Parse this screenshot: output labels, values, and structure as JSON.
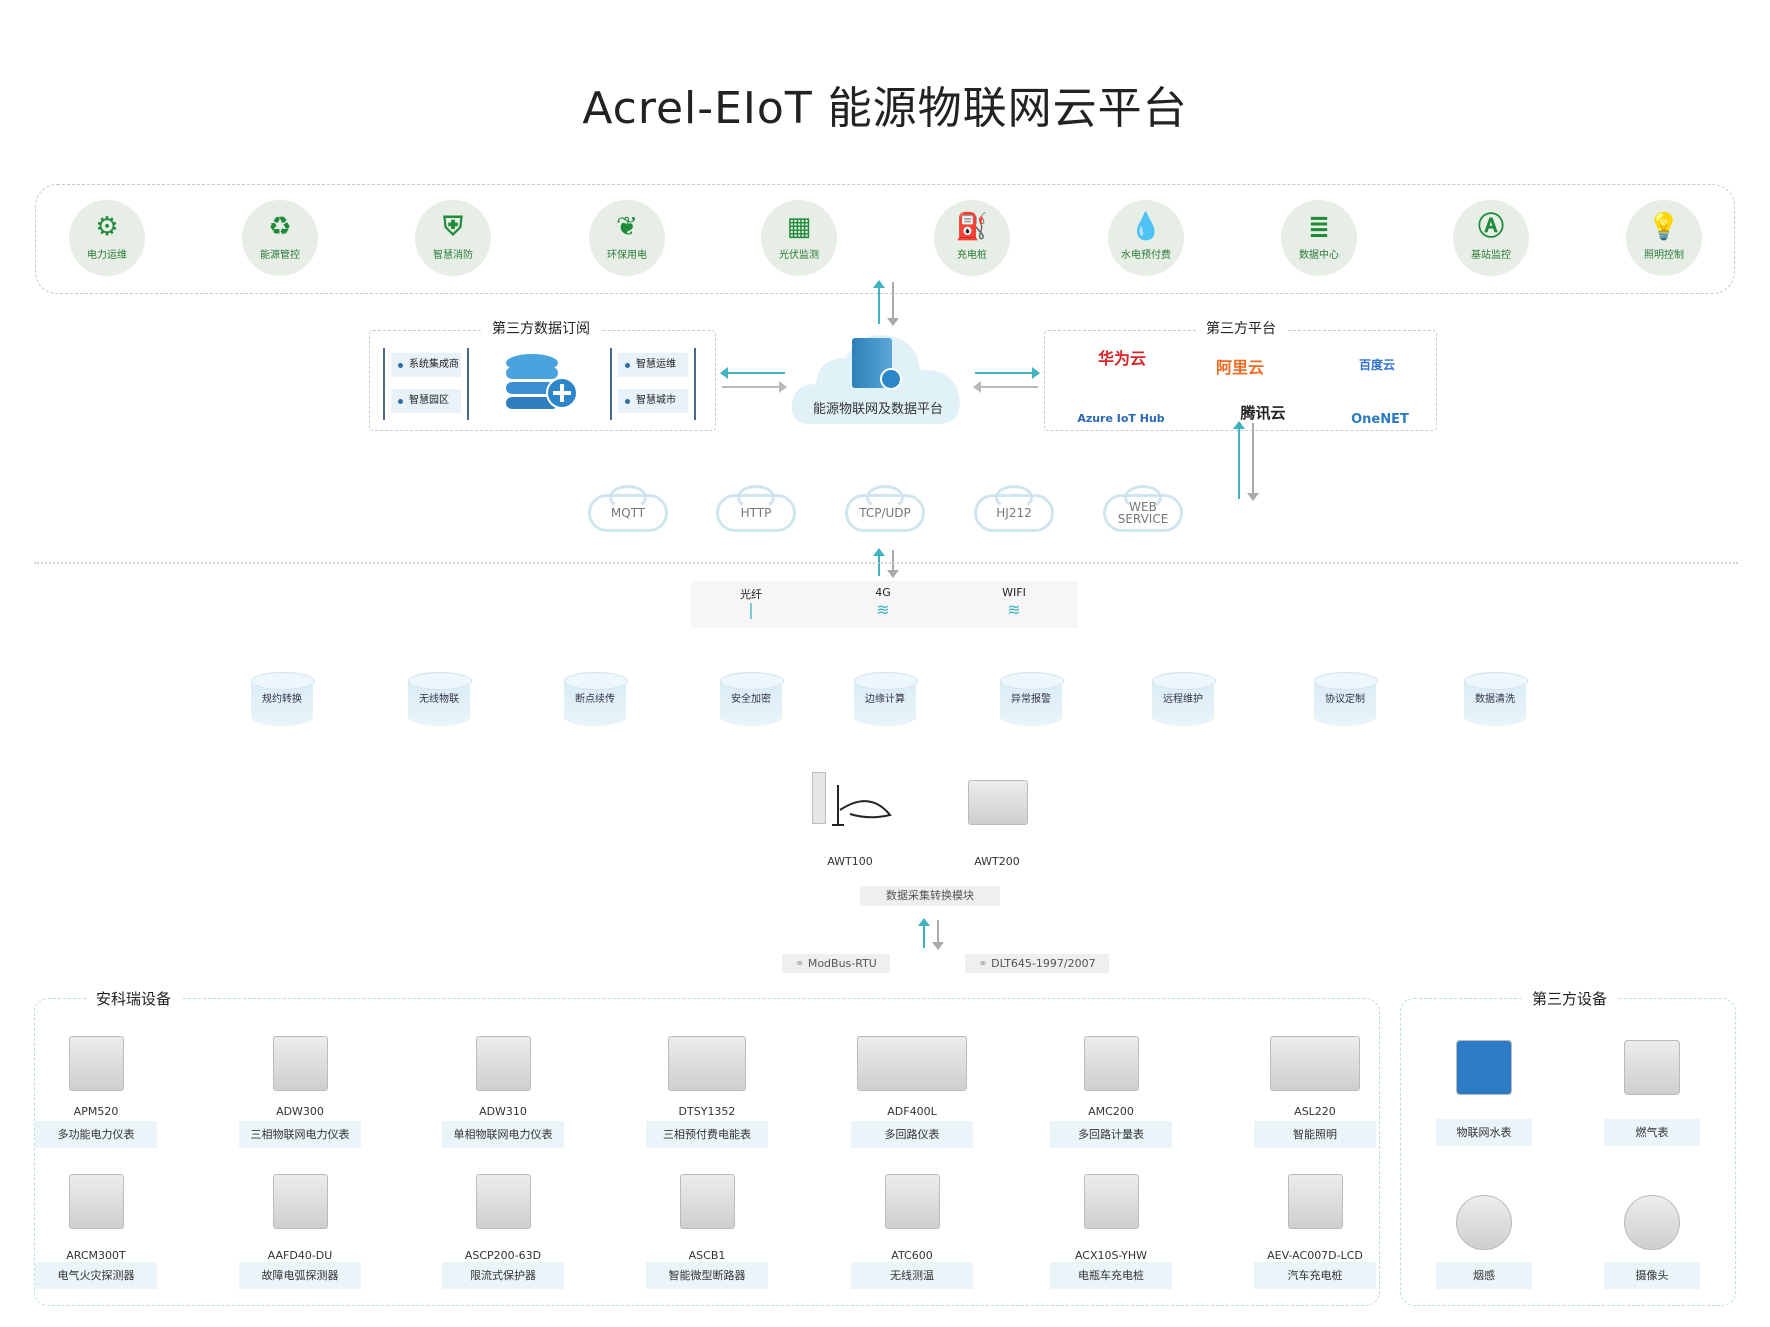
{
  "title": "Acrel-EIoT 能源物联网云平台",
  "top_services": [
    {
      "label": "电力运维",
      "icon": "worker-gear-icon"
    },
    {
      "label": "能源管控",
      "icon": "recycle-icon"
    },
    {
      "label": "智慧消防",
      "icon": "fire-shield-icon"
    },
    {
      "label": "环保用电",
      "icon": "leaf-icon"
    },
    {
      "label": "光伏监测",
      "icon": "solar-panel-icon"
    },
    {
      "label": "充电桩",
      "icon": "charging-pile-icon"
    },
    {
      "label": "水电预付费",
      "icon": "water-drop-bolt-icon"
    },
    {
      "label": "数据中心",
      "icon": "database-icon"
    },
    {
      "label": "基站监控",
      "icon": "antenna-icon"
    },
    {
      "label": "照明控制",
      "icon": "lightbulb-icon"
    }
  ],
  "subscription": {
    "title": "第三方数据订阅",
    "left_items": [
      "系统集成商",
      "智慧园区"
    ],
    "right_items": [
      "智慧运维",
      "智慧城市"
    ]
  },
  "platform_label": "能源物联网及数据平台",
  "third_party_platform": {
    "title": "第三方平台",
    "items": [
      {
        "name": "华为云",
        "color": "#d7262b"
      },
      {
        "name": "阿里云",
        "color": "#ef6a22"
      },
      {
        "name": "百度云",
        "color": "#2f6fd6"
      },
      {
        "name": "Azure IoT Hub",
        "color": "#2a6ab5"
      },
      {
        "name": "腾讯云",
        "color": "#222222"
      },
      {
        "name": "OneNET",
        "color": "#2a7bc4"
      }
    ]
  },
  "protocols": [
    "MQTT",
    "HTTP",
    "TCP/UDP",
    "HJ212",
    "WEB SERVICE"
  ],
  "channels": [
    "光纤",
    "4G",
    "WIFI"
  ],
  "features": [
    "规约转换",
    "无线物联",
    "断点续传",
    "安全加密",
    "边缘计算",
    "异常报警",
    "远程维护",
    "协议定制",
    "数据清洗"
  ],
  "gateways": [
    "AWT100",
    "AWT200"
  ],
  "gateway_label": "数据采集转换模块",
  "bus_protocols": [
    "ModBus-RTU",
    "DLT645-1997/2007"
  ],
  "acrel_devices": {
    "title": "安科瑞设备",
    "items": [
      {
        "model": "APM520",
        "label": "多功能电力仪表"
      },
      {
        "model": "ADW300",
        "label": "三相物联网电力仪表"
      },
      {
        "model": "ADW310",
        "label": "单相物联网电力仪表"
      },
      {
        "model": "DTSY1352",
        "label": "三相预付费电能表"
      },
      {
        "model": "ADF400L",
        "label": "多回路仪表"
      },
      {
        "model": "AMC200",
        "label": "多回路计量表"
      },
      {
        "model": "ASL220",
        "label": "智能照明"
      },
      {
        "model": "ARCM300T",
        "label": "电气火灾探测器"
      },
      {
        "model": "AAFD40-DU",
        "label": "故障电弧探测器"
      },
      {
        "model": "ASCP200-63D",
        "label": "限流式保护器"
      },
      {
        "model": "ASCB1",
        "label": "智能微型断路器"
      },
      {
        "model": "ATC600",
        "label": "无线测温"
      },
      {
        "model": "ACX10S-YHW",
        "label": "电瓶车充电桩"
      },
      {
        "model": "AEV-AC007D-LCD",
        "label": "汽车充电桩"
      }
    ]
  },
  "third_devices": {
    "title": "第三方设备",
    "items": [
      {
        "label": "物联网水表"
      },
      {
        "label": "燃气表"
      },
      {
        "label": "烟感"
      },
      {
        "label": "摄像头"
      }
    ]
  },
  "colors": {
    "green": "#1f8a3a",
    "teal": "#3fb3c0",
    "light_blue": "#eaf4f9"
  }
}
